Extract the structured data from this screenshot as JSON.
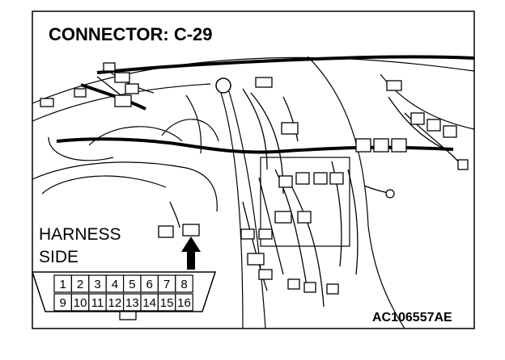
{
  "title": "CONNECTOR: C-29",
  "harness_label_1": "HARNESS",
  "harness_label_2": "SIDE",
  "pins_top": [
    "1",
    "2",
    "3",
    "4",
    "5",
    "6",
    "7",
    "8"
  ],
  "pins_bottom": [
    "9",
    "10",
    "11",
    "12",
    "13",
    "14",
    "15",
    "16"
  ],
  "figure_code": "AC106557AE",
  "colors": {
    "line": "#000000",
    "background": "#ffffff"
  }
}
